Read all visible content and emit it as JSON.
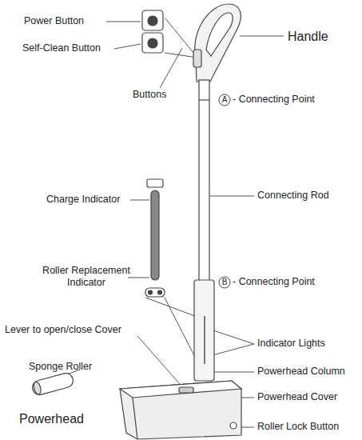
{
  "diagram": {
    "nodes": [
      {
        "text": [
          "A"
        ]
      },
      {
        "text": [
          "B"
        ]
      }
    ],
    "labels": [
      "Power Button",
      "Self-Clean Button",
      "Handle",
      "Buttons",
      "- Connecting Point",
      "Charge Indicator",
      "Connecting Rod",
      "Roller Replacement Indicator",
      "- Connecting Point",
      "Lever to open/close Cover",
      "Indicator Lights",
      "Sponge Roller",
      "Powerhead Column",
      "Powerhead Cover",
      "Powerhead",
      "Roller Lock Button"
    ]
  }
}
